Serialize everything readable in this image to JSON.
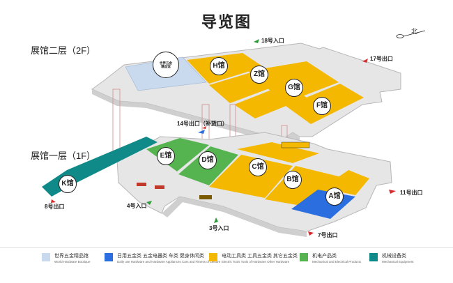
{
  "title": "导览图",
  "floors": {
    "second": "展馆二层（2F）",
    "first": "展馆一层（1F）"
  },
  "compass": "北",
  "halls": [
    {
      "id": "H",
      "label": "H馆"
    },
    {
      "id": "Z",
      "label": "Z馆"
    },
    {
      "id": "G",
      "label": "G馆"
    },
    {
      "id": "F",
      "label": "F馆"
    },
    {
      "id": "E",
      "label": "E馆"
    },
    {
      "id": "D",
      "label": "D馆"
    },
    {
      "id": "C",
      "label": "C馆"
    },
    {
      "id": "B",
      "label": "B馆"
    },
    {
      "id": "A",
      "label": "A馆"
    },
    {
      "id": "K",
      "label": "K馆"
    },
    {
      "id": "W",
      "label": "世界五金\n精品馆"
    }
  ],
  "exits": {
    "e18": "18号入口",
    "e17": "17号出口",
    "e14": "14号出口（补货口）",
    "e8": "8号出口",
    "e4": "4号入口",
    "e3": "3号入口",
    "e7": "7号出口",
    "e11": "11号出口"
  },
  "legend": [
    {
      "color": "#c9d9ee",
      "cn": "世界五金精品馆",
      "en": "World Hardware Boutique"
    },
    {
      "color": "#2a6ee0",
      "cn": "日用五金类  五金电器类  车类  健身休闲类",
      "en": "Daily use Hardware and Hardware Appliances     Cars and Fitness of Leisure"
    },
    {
      "color": "#f5b800",
      "cn": "电动工具类  工具五金类  其它五金类",
      "en": "Electric Tools   Tools of Hardware   Other Hardware"
    },
    {
      "color": "#56b450",
      "cn": "机电产品类",
      "en": "Mechanical and Electrical Products"
    },
    {
      "color": "#0f8a88",
      "cn": "机械设备类",
      "en": "Mechanical Equipment"
    }
  ],
  "colors": {
    "yellow": "#f5b800",
    "green": "#56b450",
    "blue": "#2a6ee0",
    "light_blue": "#c9d9ee",
    "teal": "#0f8a88",
    "base": "#e6e6e6",
    "base_edge": "#b7b7b7",
    "exit_arrow": "#d42b2b",
    "entry_arrow": "#2f9a3a"
  }
}
